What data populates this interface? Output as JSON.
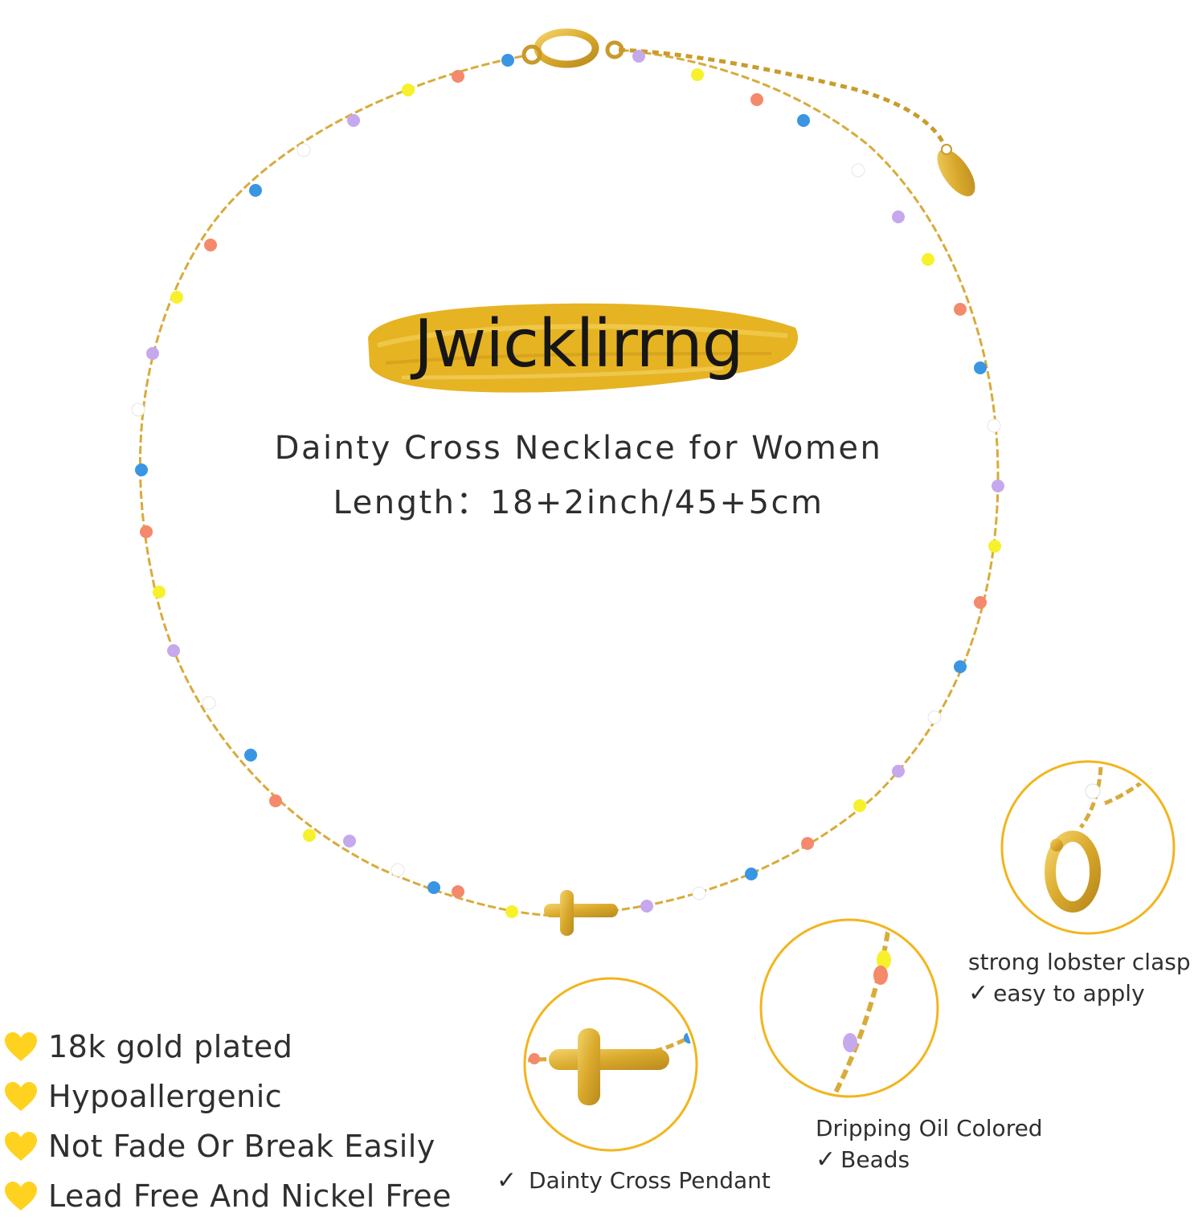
{
  "brand": "Jwicklirrng",
  "subtitle_line1": "Dainty Cross Necklace for Women",
  "subtitle_line2": "Length：18+2inch/45+5cm",
  "features": [
    {
      "icon": "heart-icon",
      "text": "18k gold plated"
    },
    {
      "icon": "heart-icon",
      "text": "Hypoallergenic"
    },
    {
      "icon": "heart-icon",
      "text": "Not Fade Or Break Easily"
    },
    {
      "icon": "heart-icon",
      "text": "Lead Free And Nickel Free"
    }
  ],
  "details": {
    "clasp": {
      "line1": "strong lobster clasp",
      "check": "✓",
      "line2": "easy to apply"
    },
    "beads": {
      "line1": "Dripping Oil Colored",
      "check": "✓",
      "line2": "Beads"
    },
    "pendant": {
      "check": "✓",
      "line1": "Dainty Cross Pendant"
    }
  },
  "colors": {
    "gold": "#d9ac2e",
    "gold_dark": "#b8891c",
    "brush_stroke": "#e9b824",
    "heart": "#ffd21f",
    "bead_blue": "#3a96e2",
    "bead_coral": "#f4896b",
    "bead_yellow": "#f6f12a",
    "bead_lavender": "#c6a8ec",
    "bead_white": "#ffffff",
    "detail_ring": "#f2b51c"
  }
}
